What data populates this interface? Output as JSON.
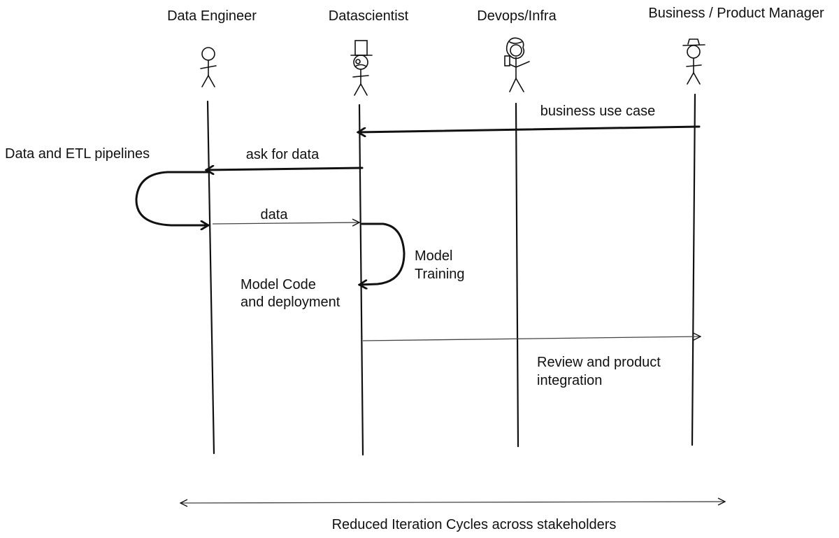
{
  "actors": [
    {
      "label": "Data Engineer",
      "icon": "stick-figure-icon"
    },
    {
      "label": "Datascientist",
      "icon": "top-hat-monocle-figure-icon"
    },
    {
      "label": "Devops/Infra",
      "icon": "curly-hair-figure-with-phone-icon"
    },
    {
      "label": "Business / Product Manager",
      "icon": "fedora-figure-icon"
    }
  ],
  "messages": {
    "business_use_case": "business use case",
    "ask_for_data": "ask for data",
    "data_etl": "Data and ETL pipelines",
    "data": "data",
    "model_training": [
      "Model",
      "Training"
    ],
    "model_code": [
      "Model Code",
      "and deployment"
    ],
    "review": [
      "Review and product",
      "integration"
    ]
  },
  "footer": "Reduced Iteration Cycles across stakeholders",
  "colors": {
    "ink": "#111111",
    "thin_line": "#444444",
    "background": "#ffffff"
  }
}
